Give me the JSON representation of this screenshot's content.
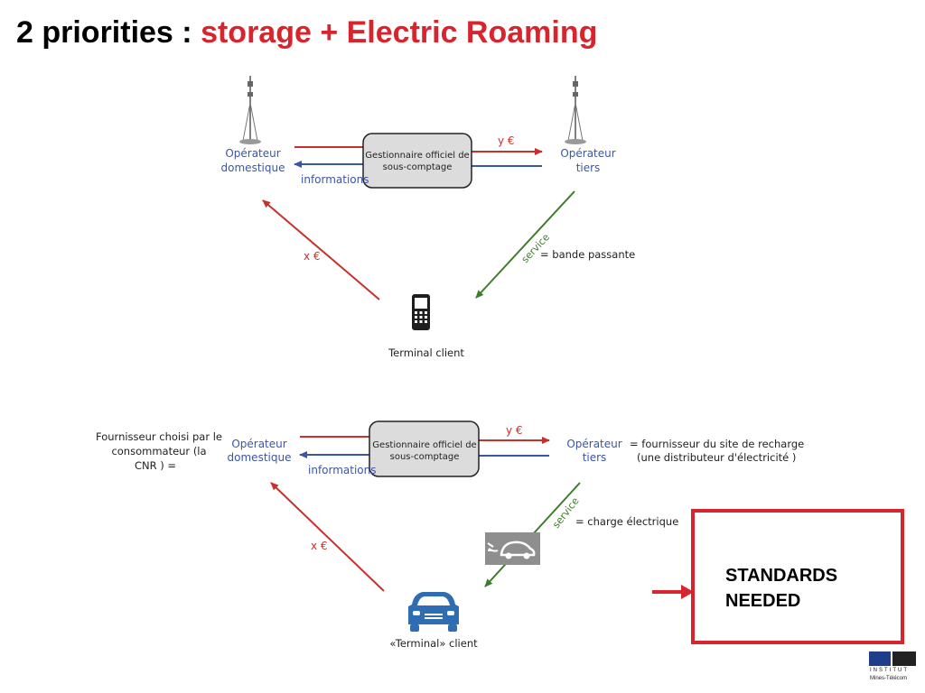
{
  "title": {
    "prefix": "2 priorities : ",
    "highlight": "storage + Electric Roaming"
  },
  "diagram_top": {
    "home_operator": [
      "Opérateur",
      "domestique"
    ],
    "third_operator": [
      "Opérateur",
      "tiers"
    ],
    "manager_box": [
      "Gestionnaire officiel de",
      "sous-comptage"
    ],
    "price_y": "y €",
    "price_x": "x €",
    "informations": "informations",
    "service": "service",
    "service_equals": "= bande passante",
    "client": "Terminal client",
    "icons": [
      "antenna-icon",
      "mobile-phone-icon"
    ]
  },
  "diagram_bottom": {
    "supplier_note": [
      "Fournisseur choisi par le",
      "consommateur  (la",
      "CNR ) ="
    ],
    "home_operator": [
      "Opérateur",
      "domestique"
    ],
    "third_operator": [
      "Opérateur",
      "tiers"
    ],
    "third_operator_note": [
      "= fournisseur du site de recharge",
      "(une distributeur d'électricité )"
    ],
    "manager_box": [
      "Gestionnaire officiel de",
      "sous-comptage"
    ],
    "price_y": "y €",
    "price_x": "x €",
    "informations": "informations",
    "service": "service",
    "service_equals": "= charge électrique",
    "client": "«Terminal» client",
    "icons": [
      "ev-charging-icon",
      "car-icon"
    ]
  },
  "callout": {
    "lines": [
      "STANDARDS",
      "NEEDED"
    ]
  },
  "logo": {
    "lines": [
      "INSTITUT",
      "Mines-Télécom"
    ]
  },
  "colors": {
    "red": "#c8312b",
    "blue": "#3a56a8",
    "green": "#3e7d2c",
    "accent": "#d8242c"
  }
}
